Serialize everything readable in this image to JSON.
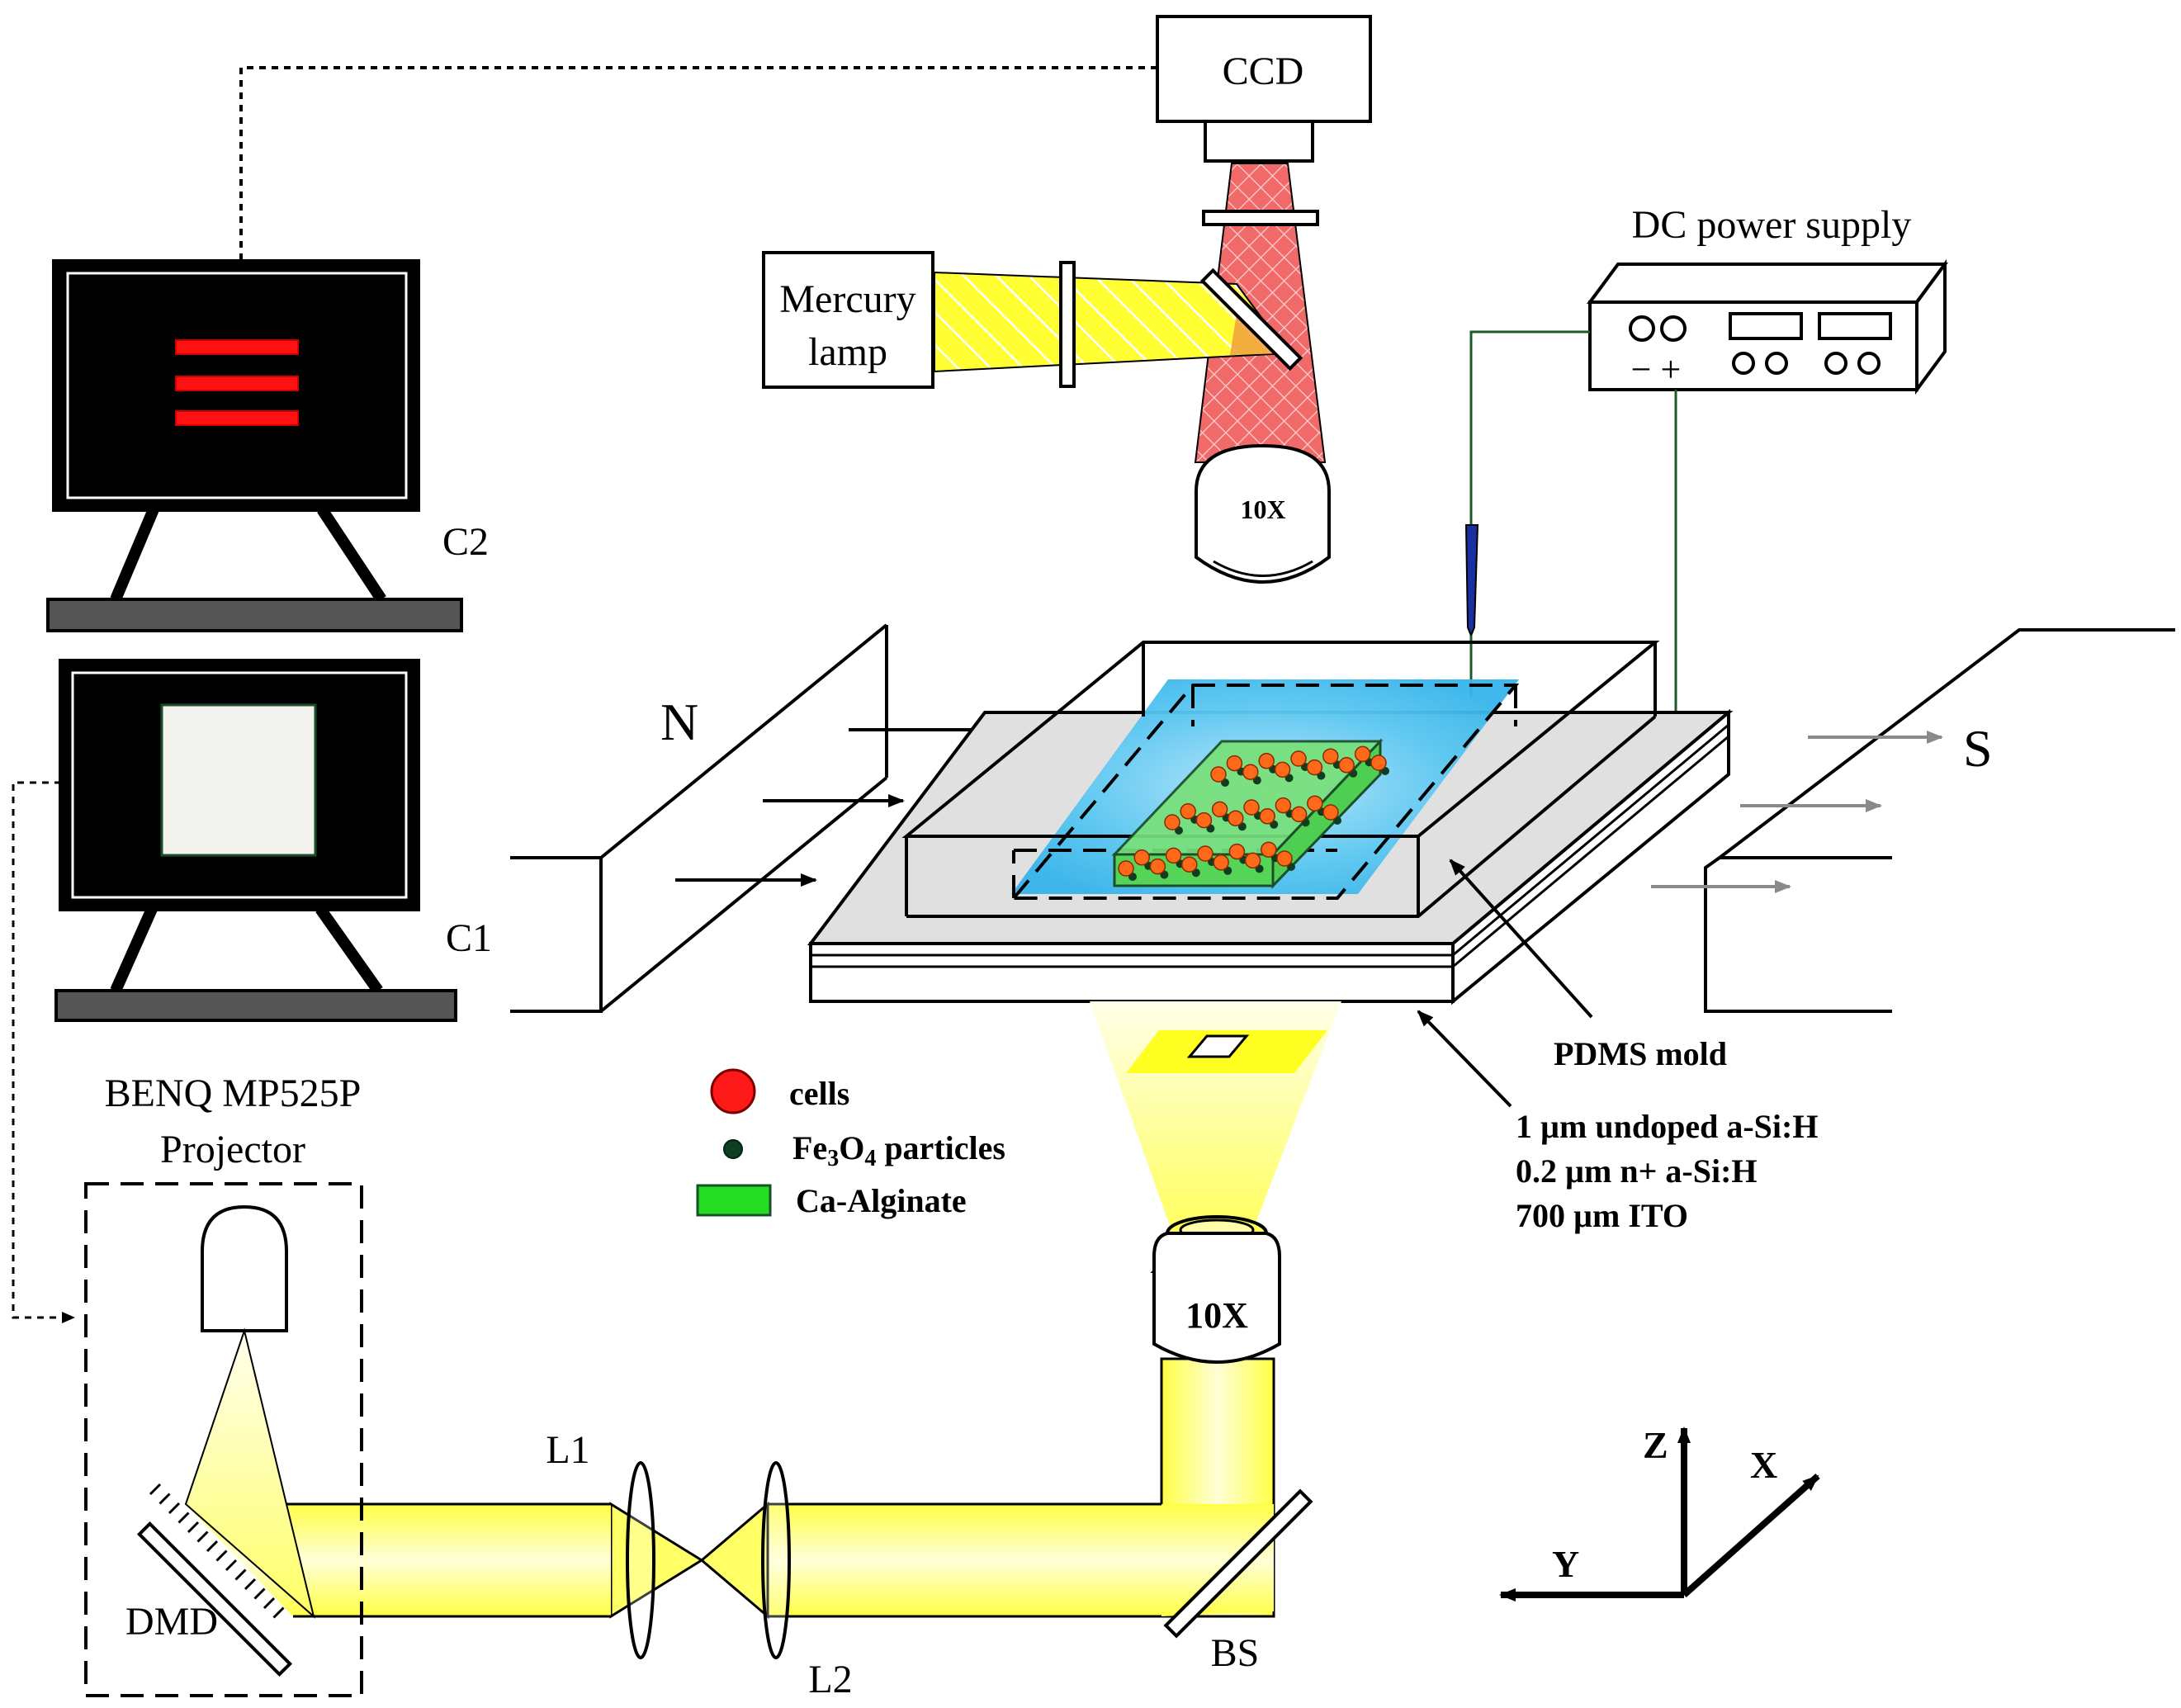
{
  "labels": {
    "ccd": "CCD",
    "mercury_lamp_line1": "Mercury",
    "mercury_lamp_line2": "lamp",
    "objective_top": "10X",
    "objective_bottom": "10X",
    "dc_power_supply": "DC power supply",
    "dc_minus_plus": "− +",
    "c2": "C2",
    "c1": "C1",
    "magnet_n": "N",
    "magnet_s": "S",
    "pdms_mold": "PDMS mold",
    "layer_1": "1 µm undoped a-Si:H",
    "layer_2": "0.2 µm n+ a-Si:H",
    "layer_3": "700 µm ITO",
    "projector_line1": "BENQ MP525P",
    "projector_line2": "Projector",
    "l1": "L1",
    "l2": "L2",
    "bs": "BS",
    "dmd": "DMD",
    "axis_z": "Z",
    "axis_x": "X",
    "axis_y": "Y"
  },
  "legend": {
    "cells": "cells",
    "particles_prefix": "Fe",
    "particles_sub1": "3",
    "particles_mid": "O",
    "particles_sub2": "4",
    "particles_suffix": " particles",
    "alginate": "Ca-Alginate"
  },
  "colors": {
    "cells": "#ff1a1a",
    "particles": "#0f3d1f",
    "alginate": "#22dd22",
    "light_yellow": "#ffff33",
    "light_red": "#f06a6a",
    "liquid_blue": "#33b8ee",
    "screen_bars": "#ff1111"
  }
}
